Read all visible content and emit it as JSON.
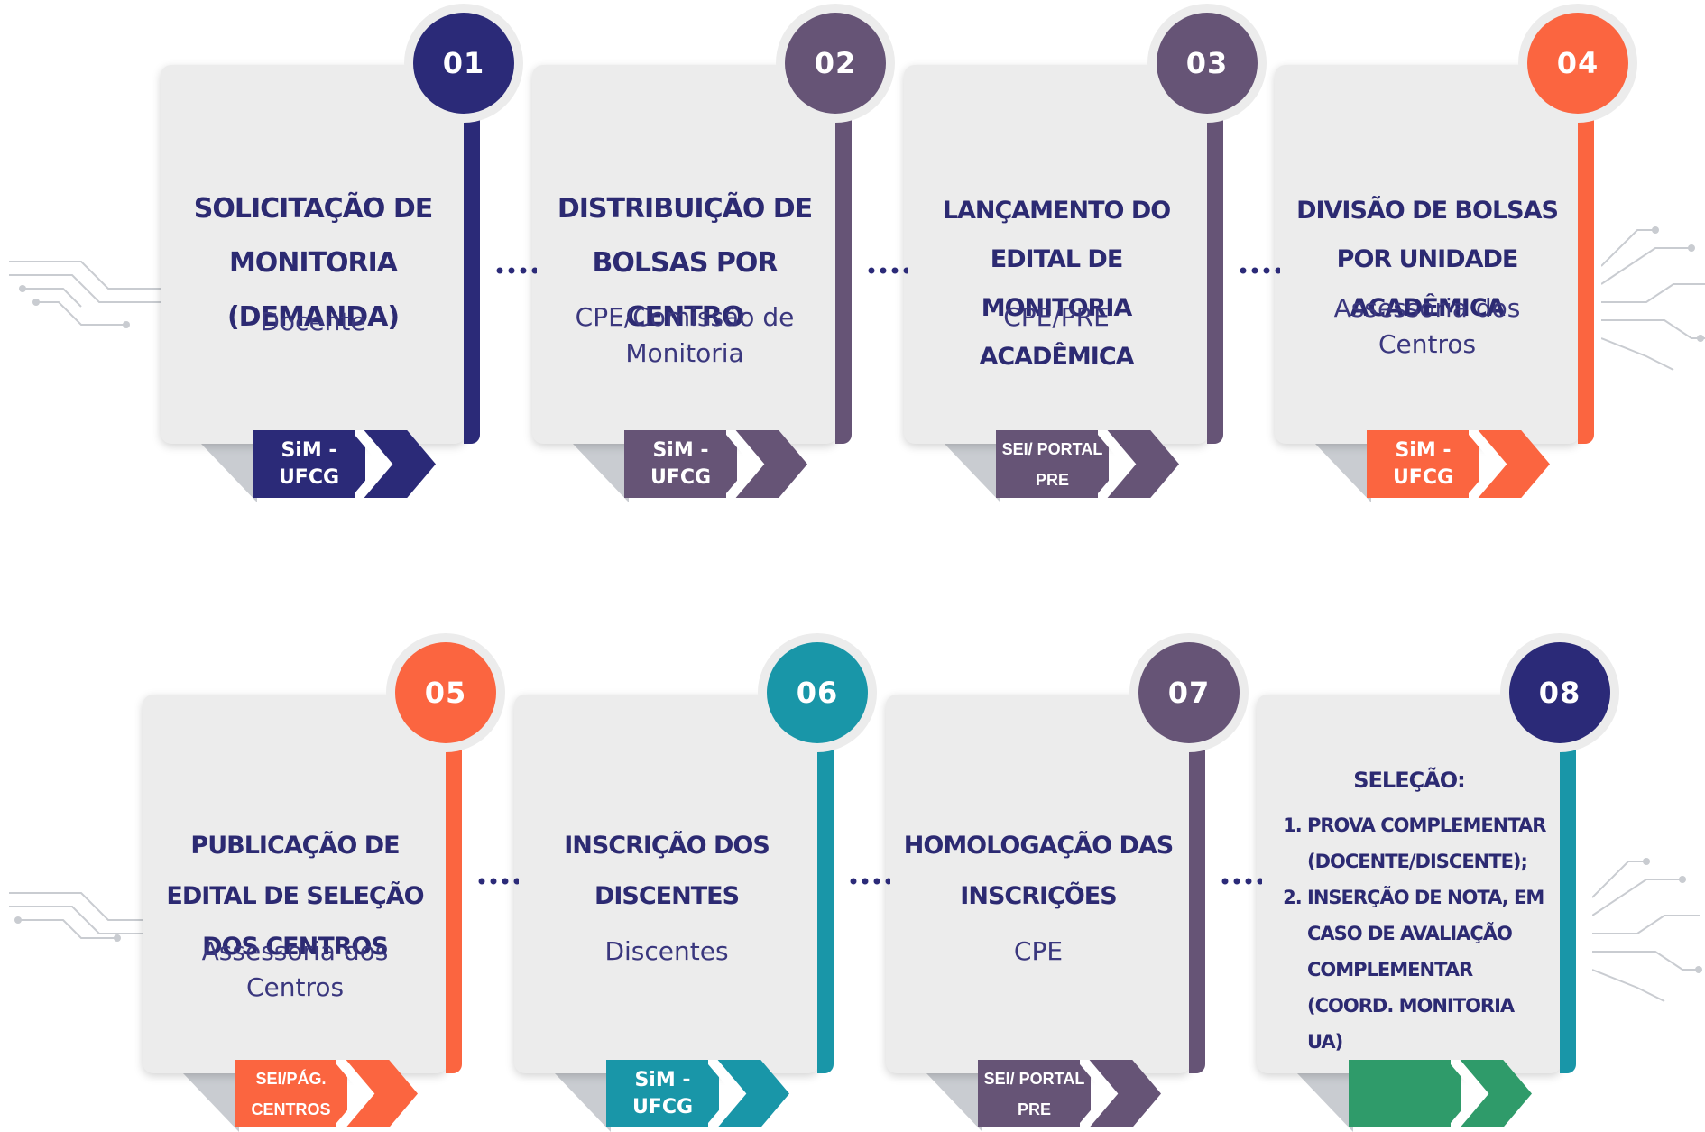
{
  "rows": [
    [
      {
        "num": "01",
        "color": "#2b2a78",
        "title": "Solicitação de Monitoria (Demanda)",
        "subtitle": "Docente",
        "tag": "SiM - UFCG"
      },
      {
        "num": "02",
        "color": "#665476",
        "title": "Distribuição de bolsas por Centro",
        "subtitle": "CPE/Comissão de Monitoria",
        "tag": "SiM - UFCG"
      },
      {
        "num": "03",
        "color": "#665476",
        "title": "Lançamento do edital de monitoria acadêmica",
        "subtitle": "CPE/PRE",
        "tag": "SEI/ PORTAL PRE"
      },
      {
        "num": "04",
        "color": "#fb6540",
        "title": "Divisão de bolsas por Unidade Acadêmica",
        "subtitle": "Assessoria dos Centros",
        "tag": "SiM - UFCG"
      }
    ],
    [
      {
        "num": "05",
        "color": "#fb6540",
        "title": "Publicação de edital de seleção dos Centros",
        "subtitle": "Assessoria dos Centros",
        "tag": "SEI/PÁG. CENTROS"
      },
      {
        "num": "06",
        "color": "#1996a8",
        "title": "Inscrição dos discentes",
        "subtitle": "Discentes",
        "tag": "SiM - UFCG"
      },
      {
        "num": "07",
        "color": "#665476",
        "title": "Homologação das inscrições",
        "subtitle": "CPE",
        "tag": "SEI/ PORTAL PRE"
      },
      {
        "num": "08",
        "color": "#2b2a78",
        "title": "Seleção:",
        "list": [
          "Prova complementar (docente/discente);",
          "Inserção de nota, em caso de avaliação complementar (Coord. Monitoria UA)"
        ],
        "tag": "",
        "tag_color": "#2f9b6a",
        "bar_color": "#1996a8"
      }
    ]
  ]
}
